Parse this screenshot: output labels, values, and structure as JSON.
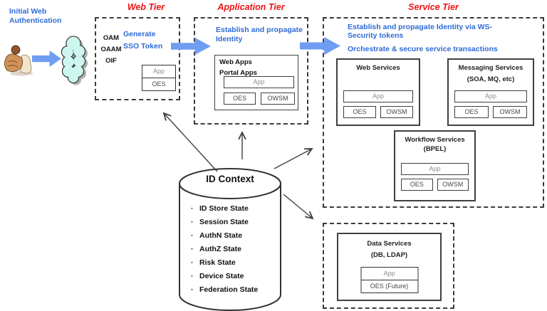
{
  "colors": {
    "text_blue": "#2e6bd6",
    "title_red": "#ee1111",
    "arrow_blue": "#6f9df2",
    "cloud_fill": "#cdf6ef",
    "line_dark": "#404040"
  },
  "intro": {
    "label": "Initial Web Authentication"
  },
  "web_tier": {
    "title": "Web Tier",
    "action_line1": "Generate",
    "action_line2": "SSO Token",
    "components": [
      "OAM",
      "OAAM",
      "OIF"
    ],
    "app_label": "App",
    "oes_label": "OES"
  },
  "application_tier": {
    "title": "Application Tier",
    "action": "Establish and propagate Identity",
    "box_label1": "Web Apps",
    "box_label2": "Portal Apps",
    "app_label": "App",
    "oes_label": "OES",
    "owsm_label": "OWSM"
  },
  "service_tier": {
    "title": "Service Tier",
    "action1_line1": "Establish and propagate Identity  via WS-",
    "action1_line2": "Security tokens",
    "action2": "Orchestrate  & secure service transactions",
    "boxes": [
      {
        "title": "Web Services",
        "subtitle": "",
        "app": "App",
        "oes": "OES",
        "owsm": "OWSM"
      },
      {
        "title": "Messaging Services",
        "subtitle": "(SOA, MQ, etc)",
        "app": "App",
        "oes": "OES",
        "owsm": "OWSM"
      },
      {
        "title": "Workflow Services",
        "subtitle": "(BPEL)",
        "app": "App",
        "oes": "OES",
        "owsm": "OWSM"
      }
    ]
  },
  "data_services": {
    "title": "Data Services",
    "subtitle": "(DB, LDAP)",
    "app_label": "App",
    "oes_label": "OES (Future)"
  },
  "id_context": {
    "title": "ID Context",
    "items": [
      "ID Store State",
      "Session State",
      "AuthN State",
      "AuthZ State",
      "Risk State",
      "Device State",
      "Federation State"
    ]
  }
}
